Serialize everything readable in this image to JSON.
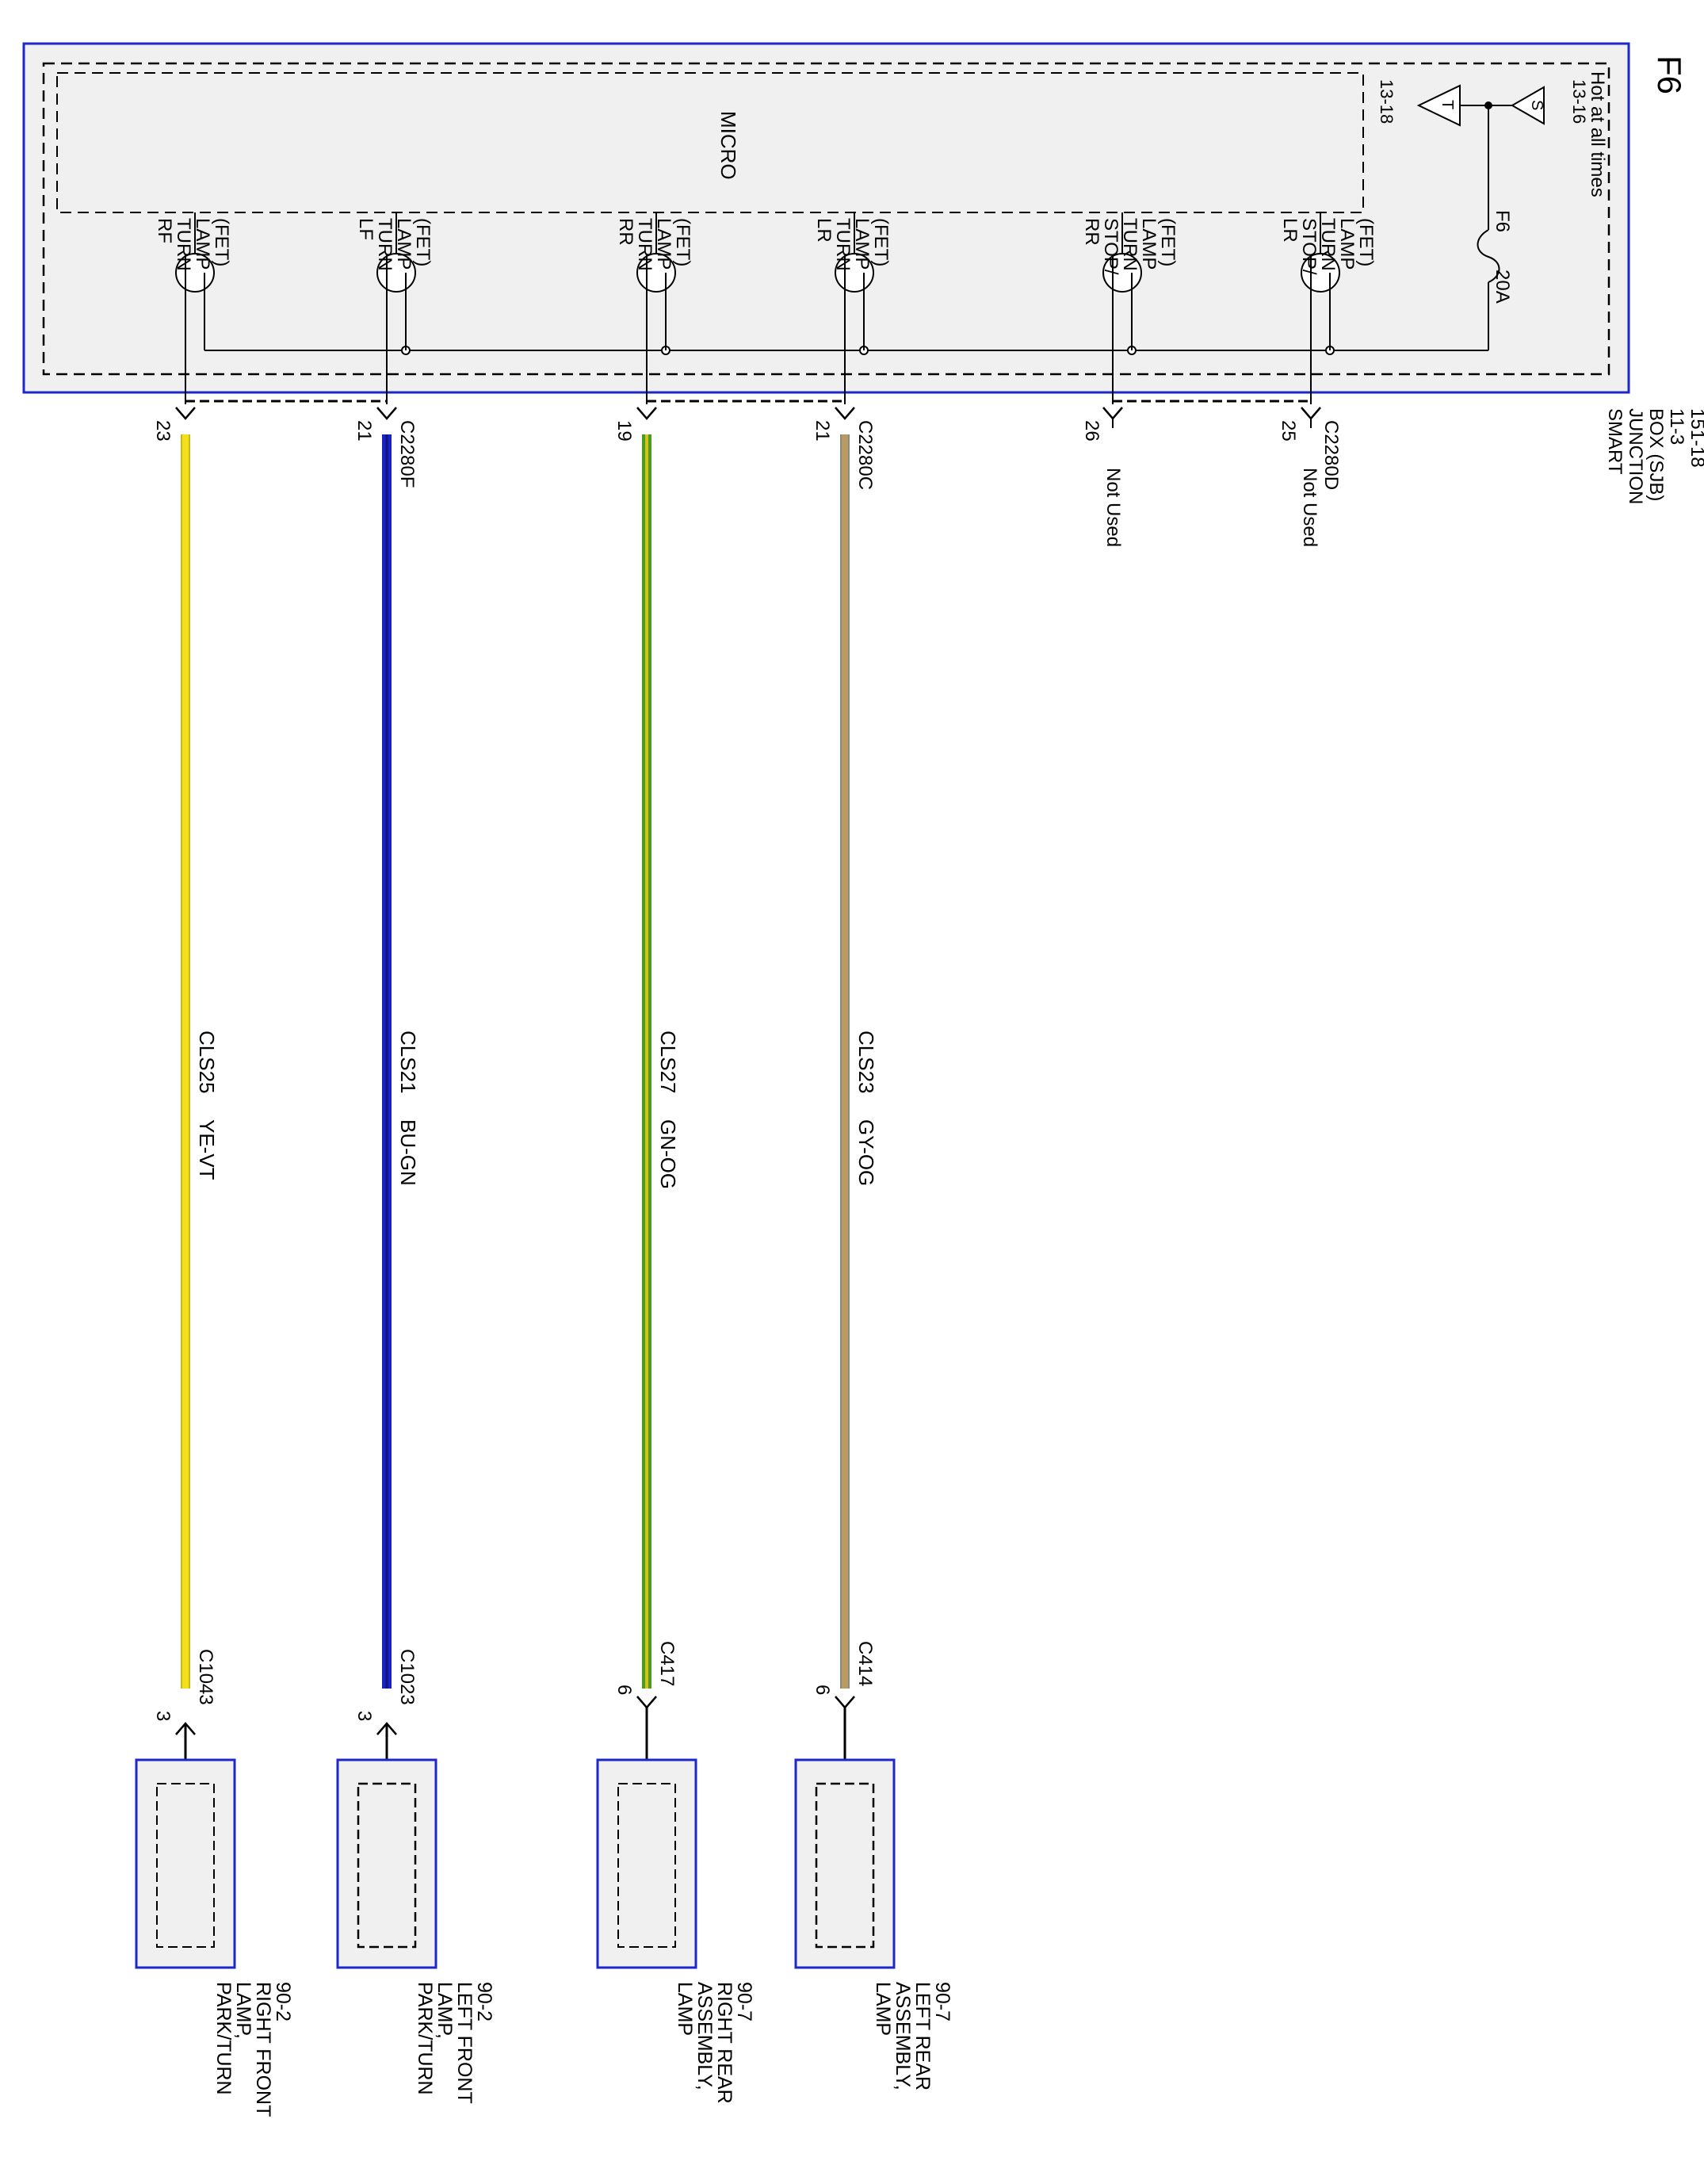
{
  "page_label": "F6",
  "colors": {
    "frame": "#1e28c8",
    "module_fill": "#f0f0f0",
    "ye_vt": "#f2e01e",
    "bu_gn": "#1c22c2",
    "gn_og": "#4a9e1a",
    "gn_og_tracer": "#d8c020",
    "gy_og": "#b89a64",
    "gy_og_tracer": "#8a8a7a"
  },
  "module": {
    "name_lines": [
      "SMART",
      "JUNCTION",
      "BOX (SJB)",
      "11-3",
      "151-18"
    ],
    "supply": {
      "hot_label": "Hot at all times",
      "s_label": "S",
      "s_ref": "13-16",
      "t_label": "T",
      "t_ref": "13-18"
    },
    "fuse": {
      "id": "F6",
      "rating": "20A"
    },
    "micro_label": "MICRO",
    "drivers": [
      {
        "id": "rf",
        "lines": [
          "RF",
          "TURN",
          "LAMP",
          "(FET)"
        ]
      },
      {
        "id": "lf",
        "lines": [
          "LF",
          "TURN",
          "LAMP",
          "(FET)"
        ]
      },
      {
        "id": "rr-turn",
        "lines": [
          "RR",
          "TURN",
          "LAMP",
          "(FET)"
        ]
      },
      {
        "id": "lr-turn",
        "lines": [
          "LR",
          "TURN",
          "LAMP",
          "(FET)"
        ]
      },
      {
        "id": "rr-stop",
        "lines": [
          "RR",
          "STOP/",
          "TURN",
          "LAMP",
          "(FET)"
        ]
      },
      {
        "id": "lr-stop",
        "lines": [
          "LR",
          "STOP/",
          "TURN",
          "LAMP",
          "(FET)"
        ]
      }
    ]
  },
  "connectors": [
    {
      "id": "C2280D",
      "pins": [
        {
          "pin": "25",
          "note": "Not Used"
        },
        {
          "pin": "26",
          "note": "Not Used"
        }
      ]
    },
    {
      "id": "C2280C",
      "pins": [
        {
          "pin": "21"
        },
        {
          "pin": "19"
        }
      ]
    },
    {
      "id": "C2280F",
      "pins": [
        {
          "pin": "21"
        },
        {
          "pin": "23"
        }
      ]
    }
  ],
  "wires": [
    {
      "circuit": "CLS23",
      "color_code": "GY-OG",
      "far_connector": "C414",
      "far_pin": "6",
      "component_lines": [
        "LAMP",
        "ASSEMBLY,",
        "LEFT REAR",
        "90-7"
      ]
    },
    {
      "circuit": "CLS27",
      "color_code": "GN-OG",
      "far_connector": "C417",
      "far_pin": "6",
      "component_lines": [
        "LAMP",
        "ASSEMBLY,",
        "RIGHT REAR",
        "90-7"
      ]
    },
    {
      "circuit": "CLS21",
      "color_code": "BU-GN",
      "far_connector": "C1023",
      "far_pin": "3",
      "component_lines": [
        "PARK/TURN",
        "LAMP,",
        "LEFT FRONT",
        "90-2"
      ]
    },
    {
      "circuit": "CLS25",
      "color_code": "YE-VT",
      "far_connector": "C1043",
      "far_pin": "3",
      "component_lines": [
        "PARK/TURN",
        "LAMP,",
        "RIGHT FRONT",
        "90-2"
      ]
    }
  ]
}
